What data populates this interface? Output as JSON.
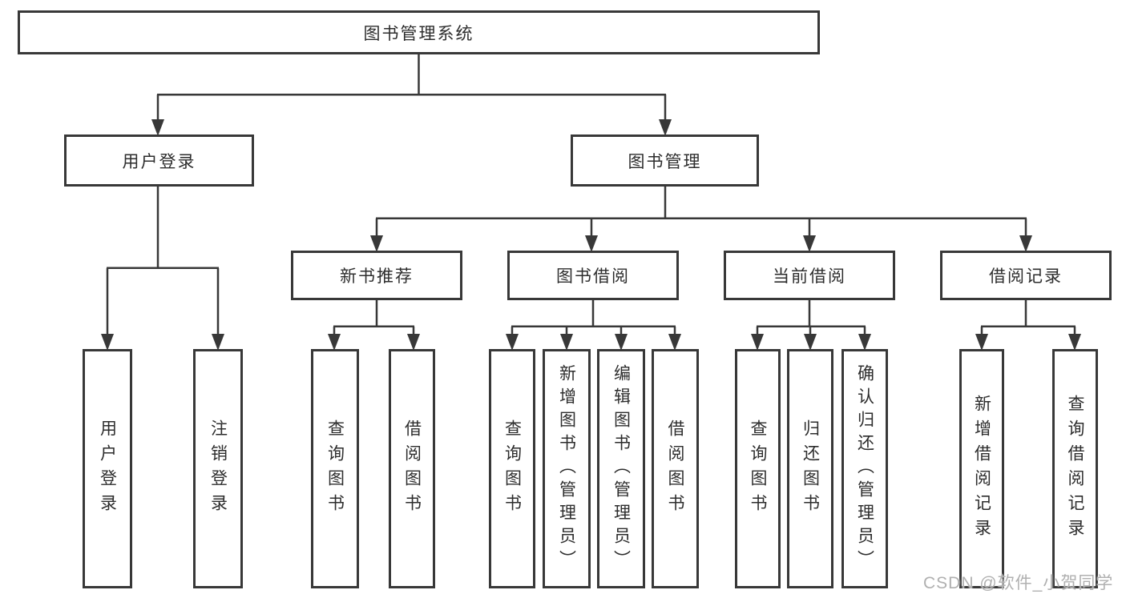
{
  "colors": {
    "line": "#383838",
    "text": "#2d2d2d",
    "watermark": "#b0b0b0",
    "background": "#ffffff"
  },
  "watermark": "CSDN @软件_小贺同学",
  "tree": {
    "root": "图书管理系统",
    "children": [
      {
        "label": "用户登录",
        "children": [
          {
            "label": "用户登录"
          },
          {
            "label": "注销登录"
          }
        ]
      },
      {
        "label": "图书管理",
        "children": [
          {
            "label": "新书推荐",
            "children": [
              {
                "label": "查询图书"
              },
              {
                "label": "借阅图书"
              }
            ]
          },
          {
            "label": "图书借阅",
            "children": [
              {
                "label": "查询图书"
              },
              {
                "label": "新增图书（管理员）"
              },
              {
                "label": "编辑图书（管理员）"
              },
              {
                "label": "借阅图书"
              }
            ]
          },
          {
            "label": "当前借阅",
            "children": [
              {
                "label": "查询图书"
              },
              {
                "label": "归还图书"
              },
              {
                "label": "确认归还（管理员）"
              }
            ]
          },
          {
            "label": "借阅记录",
            "children": [
              {
                "label": "新增借阅记录"
              },
              {
                "label": "查询借阅记录"
              }
            ]
          }
        ]
      }
    ]
  }
}
